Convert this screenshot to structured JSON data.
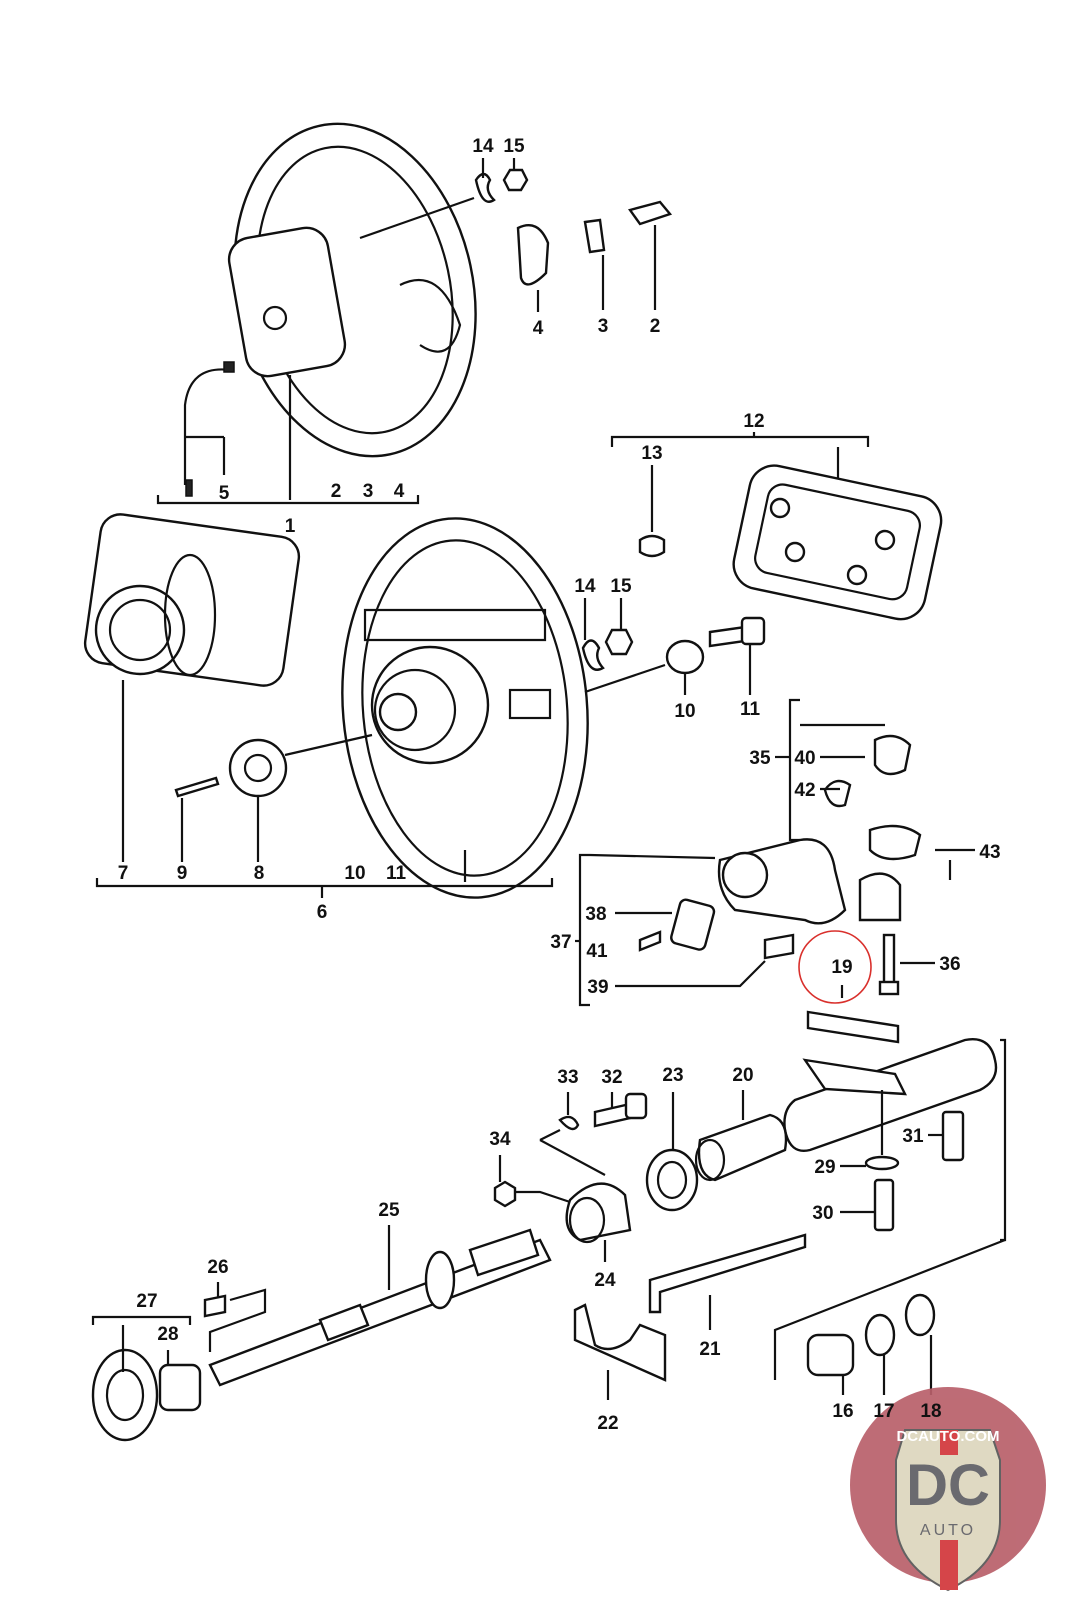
{
  "diagram": {
    "callouts": [
      "14",
      "15",
      "4",
      "3",
      "2",
      "5",
      "2",
      "3",
      "4",
      "1",
      "12",
      "13",
      "14",
      "15",
      "10",
      "11",
      "35",
      "40",
      "42",
      "43",
      "7",
      "9",
      "8",
      "10",
      "11",
      "6",
      "38",
      "37",
      "41",
      "19",
      "36",
      "39",
      "33",
      "32",
      "23",
      "20",
      "34",
      "31",
      "29",
      "30",
      "25",
      "24",
      "26",
      "27",
      "28",
      "21",
      "22",
      "16",
      "17",
      "18"
    ],
    "highlighted_callout": "19",
    "highlight_color": "#d9302c"
  },
  "watermark": {
    "site": "DCAUTO.COM",
    "mark": "DC",
    "word": "AUTO",
    "colors": {
      "badge": "#b9606a",
      "shield": "#ddd6bd",
      "letters": "#5e5e63",
      "stripe": "#d2363a"
    }
  }
}
